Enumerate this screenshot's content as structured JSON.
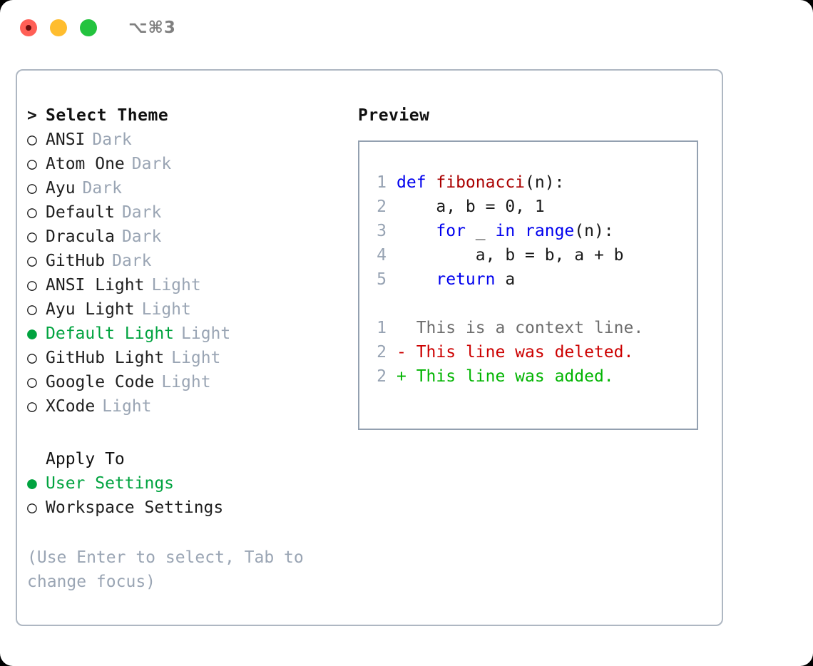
{
  "titlebar": {
    "buttons": [
      {
        "name": "close",
        "color": "#ff5f56"
      },
      {
        "name": "minimize",
        "color": "#ffbd2e"
      },
      {
        "name": "zoom",
        "color": "#23c33e"
      }
    ],
    "shortcut": "⌥⌘3"
  },
  "colors": {
    "accent_green": "#00a33f",
    "muted": "#9aa5b4",
    "panel_border": "#aeb7c2",
    "preview_border": "#93a0b0",
    "keyword_blue": "#0000ee",
    "function_red": "#aa0000",
    "diff_add": "#00b400",
    "diff_del": "#cc0000",
    "diff_ctx": "#6d6d6d",
    "lineno": "#97a3b3"
  },
  "left": {
    "prompt_marker": ">",
    "header": "Select Theme",
    "radio_unselected": "○",
    "radio_selected": "●",
    "themes": [
      {
        "name": "ANSI",
        "tag": "Dark",
        "selected": false
      },
      {
        "name": "Atom One",
        "tag": "Dark",
        "selected": false
      },
      {
        "name": "Ayu",
        "tag": "Dark",
        "selected": false
      },
      {
        "name": "Default",
        "tag": "Dark",
        "selected": false
      },
      {
        "name": "Dracula",
        "tag": "Dark",
        "selected": false
      },
      {
        "name": "GitHub",
        "tag": "Dark",
        "selected": false
      },
      {
        "name": "ANSI Light",
        "tag": "Light",
        "selected": false
      },
      {
        "name": "Ayu Light",
        "tag": "Light",
        "selected": false
      },
      {
        "name": "Default Light",
        "tag": "Light",
        "selected": true
      },
      {
        "name": "GitHub Light",
        "tag": "Light",
        "selected": false
      },
      {
        "name": "Google Code",
        "tag": "Light",
        "selected": false
      },
      {
        "name": "XCode",
        "tag": "Light",
        "selected": false
      }
    ],
    "apply_to_title": "Apply To",
    "apply_to": [
      {
        "name": "User Settings",
        "selected": true
      },
      {
        "name": "Workspace Settings",
        "selected": false
      }
    ],
    "hint": "(Use Enter to select, Tab to change focus)"
  },
  "right": {
    "preview_title": "Preview",
    "code": [
      {
        "lineno": "1",
        "tokens": [
          {
            "text": "def ",
            "kind": "kw"
          },
          {
            "text": "fibonacci",
            "kind": "fn"
          },
          {
            "text": "(n):",
            "kind": "plain"
          }
        ]
      },
      {
        "lineno": "2",
        "tokens": [
          {
            "text": "    a, b = 0, 1",
            "kind": "plain"
          }
        ]
      },
      {
        "lineno": "3",
        "tokens": [
          {
            "text": "    ",
            "kind": "plain"
          },
          {
            "text": "for",
            "kind": "kw"
          },
          {
            "text": " _ ",
            "kind": "plain"
          },
          {
            "text": "in range",
            "kind": "kw"
          },
          {
            "text": "(n):",
            "kind": "plain"
          }
        ]
      },
      {
        "lineno": "4",
        "tokens": [
          {
            "text": "        a, b = b, a + b",
            "kind": "plain"
          }
        ]
      },
      {
        "lineno": "5",
        "tokens": [
          {
            "text": "    ",
            "kind": "plain"
          },
          {
            "text": "return",
            "kind": "kw"
          },
          {
            "text": " a",
            "kind": "plain"
          }
        ]
      }
    ],
    "diff": [
      {
        "lineno": "1",
        "sign": " ",
        "text": " This is a context line.",
        "kind": "ctx"
      },
      {
        "lineno": "2",
        "sign": "-",
        "text": " This line was deleted.",
        "kind": "del"
      },
      {
        "lineno": "2",
        "sign": "+",
        "text": " This line was added.",
        "kind": "add"
      }
    ]
  }
}
